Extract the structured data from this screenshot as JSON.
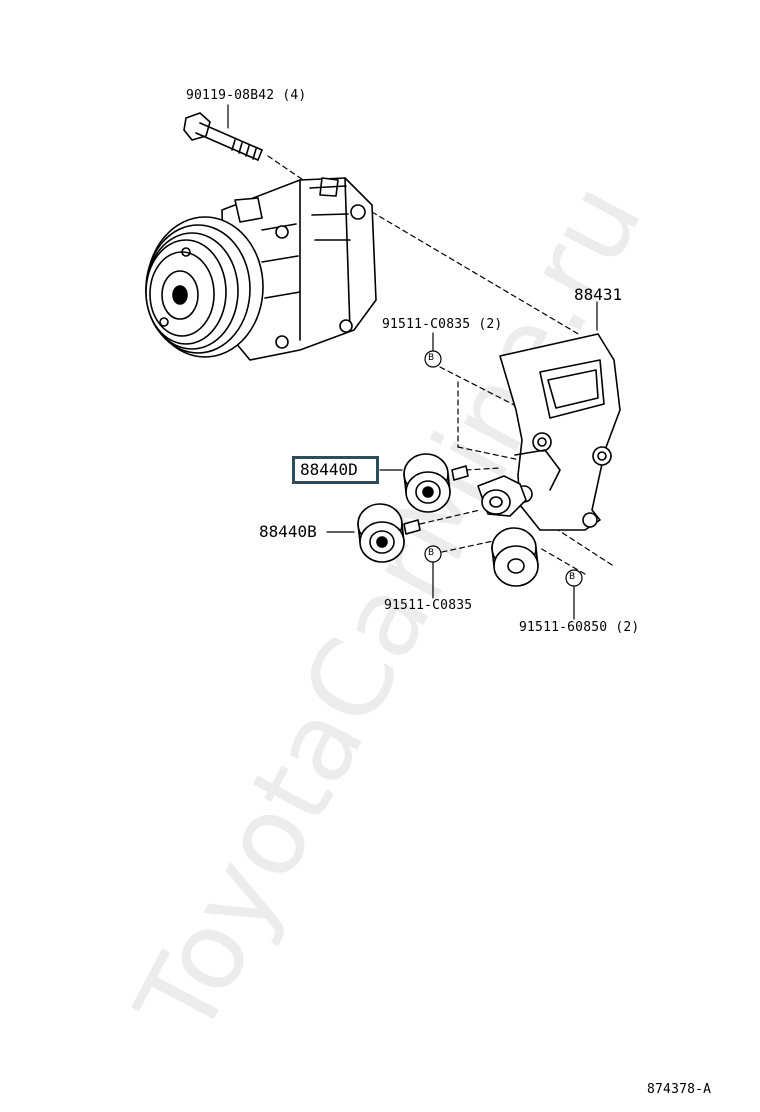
{
  "watermark": "ToyotaCarMine.ru",
  "diagram_code": "874378-A",
  "colors": {
    "line": "#000000",
    "highlight_box": "#2f4c5a"
  },
  "parts": {
    "bolt": "90119-08B42 (4)",
    "bracket": "88431",
    "bolt_upper": "91511-C0835 (2)",
    "idler_d": "88440D",
    "idler_b": "88440B",
    "bolt_lower": "91511-C0835",
    "bolt_right": "91511-60850 (2)",
    "marker": "B"
  }
}
